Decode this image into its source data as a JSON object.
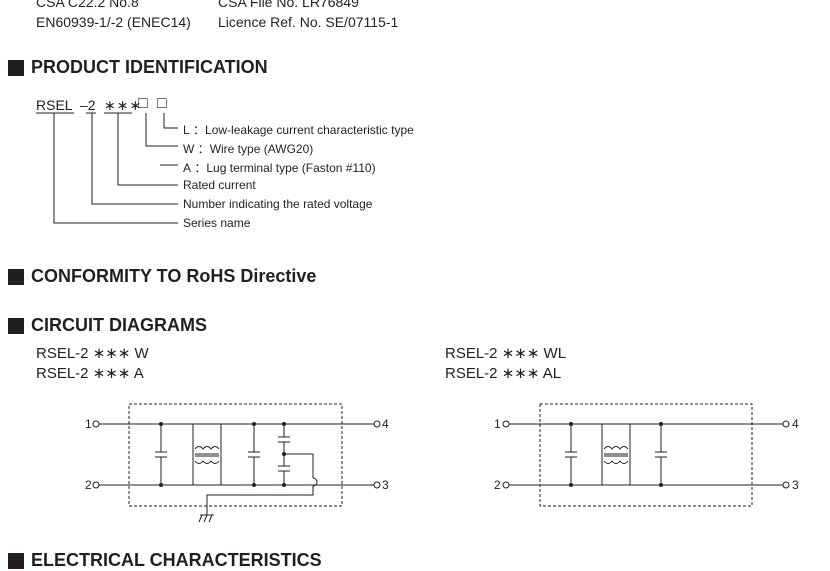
{
  "standards": [
    {
      "name": "CSA C22.2 No.8",
      "ref": "CSA File No. LR76849"
    },
    {
      "name": "EN60939-1/-2 (ENEC14)",
      "ref": "Licence Ref. No. SE/07115-1"
    }
  ],
  "sections": {
    "product_identification": "PRODUCT IDENTIFICATION",
    "rohs": "CONFORMITY TO RoHS Directive",
    "circuit_diagrams": "CIRCUIT DIAGRAMS",
    "electrical": "ELECTRICAL CHARACTERISTICS"
  },
  "part_number": {
    "series": "RSEL",
    "dash_voltage": "–2",
    "current": "∗∗∗",
    "box1": "□",
    "box2": "□"
  },
  "identification_labels": [
    {
      "code": "L",
      "sep": "：",
      "text": "Low-leakage current characteristic type"
    },
    {
      "code": "W",
      "sep": "：",
      "text": "Wire type (AWG20)"
    },
    {
      "code": "A",
      "sep": "：",
      "text": "Lug terminal type (Faston #110)"
    },
    {
      "code": "",
      "sep": "",
      "text": "Rated current"
    },
    {
      "code": "",
      "sep": "",
      "text": "Number indicating the rated voltage"
    },
    {
      "code": "",
      "sep": "",
      "text": "Series name"
    }
  ],
  "circuits": [
    {
      "models": [
        "RSEL-2 ∗∗∗ W",
        "RSEL-2 ∗∗∗ A"
      ],
      "terminals": [
        "1",
        "2",
        "4",
        "3"
      ]
    },
    {
      "models": [
        "RSEL-2 ∗∗∗ WL",
        "RSEL-2 ∗∗∗ AL"
      ],
      "terminals": [
        "1",
        "2",
        "4",
        "3"
      ]
    }
  ]
}
